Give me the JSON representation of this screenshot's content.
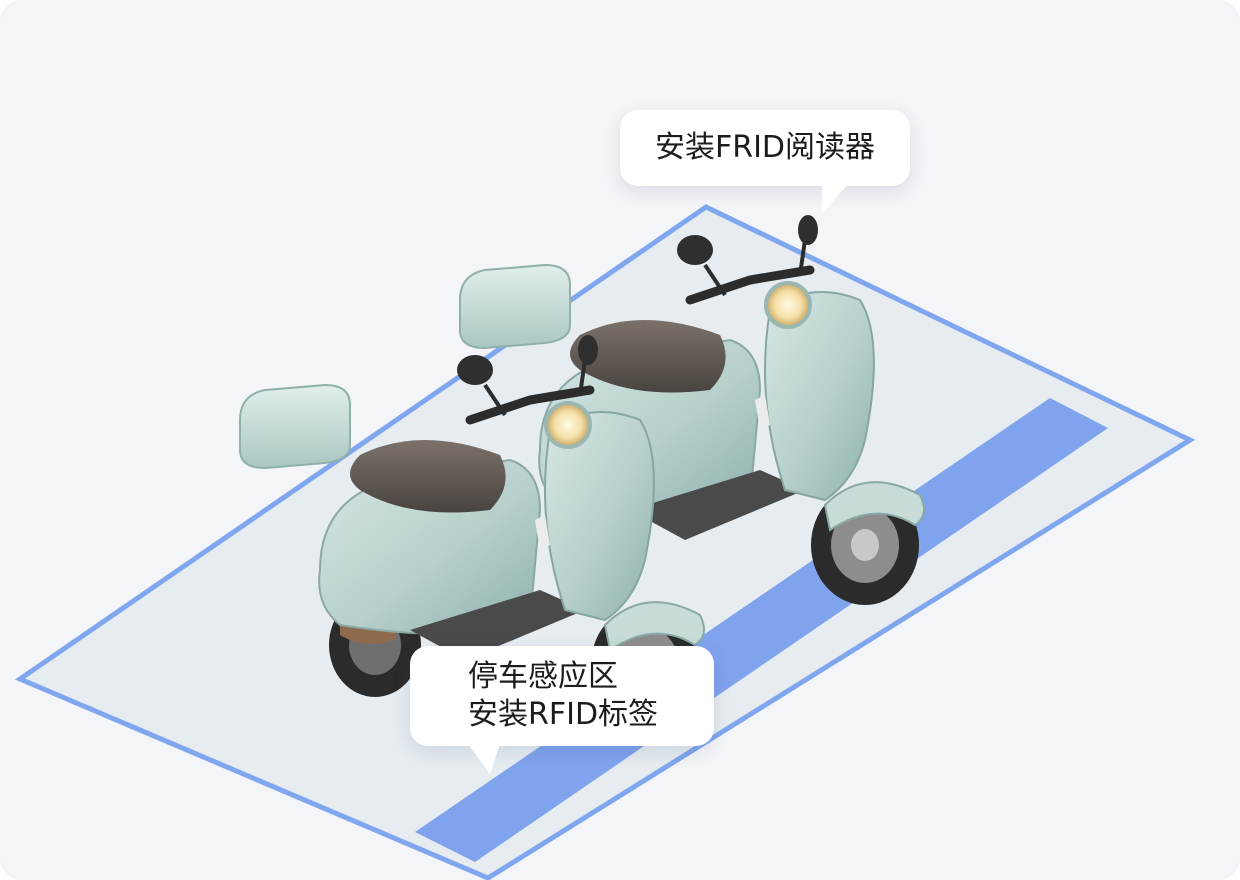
{
  "labels": {
    "reader": "安装FRID阅读器",
    "zone_line1": "停车感应区",
    "zone_line2": "安装RFID标签"
  },
  "colors": {
    "background": "#f4f5f8",
    "parking_zone_fill": "#e6ecf0",
    "parking_zone_border": "#7fa6ee",
    "sensor_strip": "#7fa3ed",
    "scooter_body": "#b9d2cf",
    "scooter_seat": "#5e5650",
    "tire": "#2b2b2b"
  },
  "icons": [
    "scooter-icon",
    "scooter-icon",
    "parking-zone",
    "sensor-strip"
  ]
}
